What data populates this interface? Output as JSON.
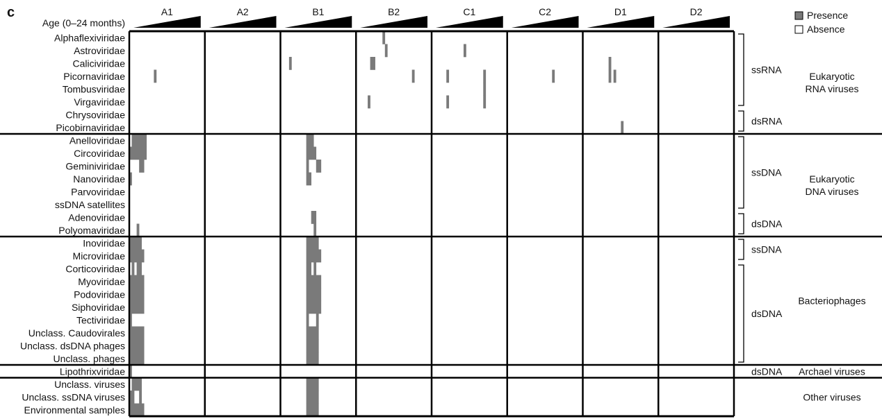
{
  "panel_letter": "c",
  "chart_data": {
    "type": "heatmap",
    "colors": {
      "presence": "#7a7a7a",
      "absence": "#ffffff",
      "border": "#000000"
    },
    "age_label": "Age (0–24 months)",
    "legend": [
      {
        "name": "Presence",
        "color": "#7a7a7a"
      },
      {
        "name": "Absence",
        "color": "#ffffff"
      }
    ],
    "groups": [
      "A1",
      "A2",
      "B1",
      "B2",
      "C1",
      "C2",
      "D1",
      "D2"
    ],
    "rows": [
      "Alphaflexiviridae",
      "Astroviridae",
      "Caliciviridae",
      "Picornaviridae",
      "Tombusviridae",
      "Virgaviridae",
      "Chrysoviridae",
      "Picobirnaviridae",
      "Anelloviridae",
      "Circoviridae",
      "Geminiviridae",
      "Nanoviridae",
      "Parvoviridae",
      "ssDNA satellites",
      "Adenoviridae",
      "Polyomaviridae",
      "Inoviridae",
      "Microviridae",
      "Corticoviridae",
      "Myoviridae",
      "Podoviridae",
      "Siphoviridae",
      "Tectiviridae",
      "Unclass. Caudovirales",
      "Unclass. dsDNA phages",
      "Unclass. phages",
      "Lipothrixviridae",
      "Unclass. viruses",
      "Unclass. ssDNA viruses",
      "Environmental samples"
    ],
    "annotations": [
      {
        "text": "ssRNA",
        "first": 0,
        "last": 5,
        "bracket": true
      },
      {
        "text": "dsRNA",
        "first": 6,
        "last": 7,
        "bracket": true
      },
      {
        "text": "ssDNA",
        "first": 8,
        "last": 13,
        "bracket": true
      },
      {
        "text": "dsDNA",
        "first": 14,
        "last": 15,
        "bracket": true
      },
      {
        "text": "ssDNA",
        "first": 16,
        "last": 17,
        "bracket": true
      },
      {
        "text": "dsDNA",
        "first": 18,
        "last": 25,
        "bracket": true
      },
      {
        "text": "dsDNA",
        "first": 26,
        "last": 26,
        "bracket": false
      }
    ],
    "categories": [
      {
        "lines": [
          "Eukaryotic",
          "RNA viruses"
        ],
        "first": 0,
        "last": 7
      },
      {
        "lines": [
          "Eukaryotic",
          "DNA viruses"
        ],
        "first": 8,
        "last": 15
      },
      {
        "lines": [
          "Bacteriophages"
        ],
        "first": 16,
        "last": 25
      },
      {
        "lines": [
          "Archael viruses"
        ],
        "first": 26,
        "last": 26
      },
      {
        "lines": [
          "Other viruses"
        ],
        "first": 27,
        "last": 29
      }
    ],
    "matrix": [
      "000000000000000000000000000000000000000000000000000000000000000000000000000000000000000000000000000000010000000000000000000000000000000000000000000000000000000000000000000000000000000000000000000000000000000000000000000000000000000000000000000000",
      "000000000000000000000000000000000000000000000000000000000000000000000000000000000000000000000000000000001000000000000000000000000000000010000000000000000000000000000000000000000000000000000000000000000000000000000000000000000000000000000000000000",
      "000000000000000000000000000000000000000000000000000000000000000001000000000000000000000000000000001100000000000000000000000000000000000000000000000000000000000000000000000000000000000000000000000100000000000000000000000000000000000000000000000000",
      "000000000010000000000000000000000000000000000000000000000000000000000000000000000000000000000000000000000000000000010000000000000100000000000000100000000000000000000000000010000000000000000000000101000000000000000000000000000000000000000000000000",
      "000000000000000000000000000000000000000000000000000000000000000000000000000000000000000000000000000000000000000000000000000000000000000000000000100000000000000000000000000000000000000000000000000000000000000000000000000000000000000000000000000000",
      "000000000000000000000000000000000000000000000000000000000000000000000000000000000000000000000000010000000000000000000000000000000100000000000000100000000000000000000000000000000000000000000000000000000000000000000000000000000000000000000000000000",
      "000000000000000000000000000000000000000000000000000000000000000000000000000000000000000000000000000000000000000000000000000000000000000000000000000000000000000000000000000000000000000000000000000000000000000000000000000000000000000000000000000000",
      "000000000000000000000000000000000000000000000000000000000000000000000000000000000000000000000000000000000000000000000000000000000000000000000000000000000000000000000000000000000000000000000000000000001000000000000000000000000000000000000000000000",
      "011111100000000000000000000000000000000000000000000000000000000000000000111000000000000000000000000000000000000000000000000000000000000000000000000000000000000000000000000000000000000000000000000000000000000000000000000000000000000000000000000000",
      "111111100000000000000000000000000000000000000000000000000000000000000000111100000000000000000000000000000000000000000000000000000000000000000000000000000000000000000000000000000000000000000000000000000000000000000000000000000000000000000000000000",
      "000011000000000000000000000000000000000000000000000000000000000000000000100011000000000000000000000000000000000000000000000000000000000000000000000000000000000000000000000000000000000000000000000000000000000000000000000000000000000000000000000000",
      "100000000000000000000000000000000000000000000000000000000000000000000000110000000000000000000000000000000000000000000000000000000000000000000000000000000000000000000000000000000000000000000000000000000000000000000000000000000000000000000000000000",
      "000000000000000000000000000000000000000000000000000000000000000000000000000000000000000000000000000000000000000000000000000000000000000000000000000000000000000000000000000000000000000000000000000000000000000000000000000000000000000000000000000000",
      "000000000000000000000000000000000000000000000000000000000000000000000000000000000000000000000000000000000000000000000000000000000000000000000000000000000000000000000000000000000000000000000000000000000000000000000000000000000000000000000000000000",
      "000000000000000000000000000000000000000000000000000000000000000000000000001100000000000000000000000000000000000000000000000000000000000000000000000000000000000000000000000000000000000000000000000000000000000000000000000000000000000000000000000000",
      "000100000000000000000000000000000000000000000000000000000000000000000000000100000000000000000000000000000000000000000000000000000000000000000000000000000000000000000000000000000000000000000000000000000000000000000000000000000000000000000000000000",
      "111110000000000000000000000000000000000000000000000000000000000000000000111110000000000000000000000000000000000000000000000000000000000000000000000000000000000000000000000000000000000000000000000000000000000000000000000000000000000000000000000000",
      "111111000000000000000000000000000000000000000000000000000000000000000000111111000000000000000000000000000000000000000000000000000000000000000000000000000000000000000000000000000000000000000000000000000000000000000000000000000000000000000000000000",
      "010110000000000000000000000000000000000000000000000000000000000000000000110100000000000000000000000000000000000000000000000000000000000000000000000000000000000000000000000000000000000000000000000000000000000000000000000000000000000000000000000000",
      "111111000000000000000000000000000000000000000000000000000000000000000000111111000000000000000000000000000000000000000000000000000000000000000000000000000000000000000000000000000000000000000000000000000000000000000000000000000000000000000000000000",
      "111111000000000000000000000000000000000000000000000000000000000000000000111111000000000000000000000000000000000000000000000000000000000000000000000000000000000000000000000000000000000000000000000000000000000000000000000000000000000000000000000000",
      "111111000000000000000000000000000000000000000000000000000000000000000000111111000000000000000000000000000000000000000000000000000000000000000000000000000000000000000000000000000000000000000000000000000000000000000000000000000000000000000000000000",
      "100000000000000000000000000000000000000000000000000000000000000000000000100010000000000000000000000000000000000000000000000000000000000000000000000000000000000000000000000000000000000000000000000000000000000000000000000000000000000000000000000000",
      "111111000000000000000000000000000000000000000000000000000000000000000000111110000000000000000000000000000000000000000000000000000000000000000000000000000000000000000000000000000000000000000000000000000000000000000000000000000000000000000000000000",
      "111111000000000000000000000000000000000000000000000000000000000000000000111110000000000000000000000000000000000000000000000000000000000000000000000000000000000000000000000000000000000000000000000000000000000000000000000000000000000000000000000000",
      "111111000000000000000000000000000000000000000000000000000000000000000000111110000000000000000000000000000000000000000000000000000000000000000000000000000000000000000000000000000000000000000000000000000000000000000000000000000000000000000000000000",
      "100000000000000000000000000000000000000000000000000000000000000000000000000000000000000000000000000000000000000000000000000000000000000000000000000000000000000000000000000000000000000000000000000000000000000000000000000000000000000000000000000000",
      "011110000000000000000000000000000000000000000000000000000000000000000000111110000000000000000000000000000000000000000000000000000000000000000000000000000000000000000000000000000000000000000000000000000000000000000000000000000000000000000000000000",
      "110010000000000000000000000000000000000000000000000000000000000000000000111110000000000000000000000000000000000000000000000000000000000000000000000000000000000000000000000000000000000000000000000000000000000000000000000000000000000000000000000000",
      "111111000000000000000000000000000000000000000000000000000000000000000000111110000000000000000000000000000000000000000000000000000000000000000000000000000000000000000000000000000000000000000000000000000000000000000000000000000000000000000000000000"
    ]
  }
}
